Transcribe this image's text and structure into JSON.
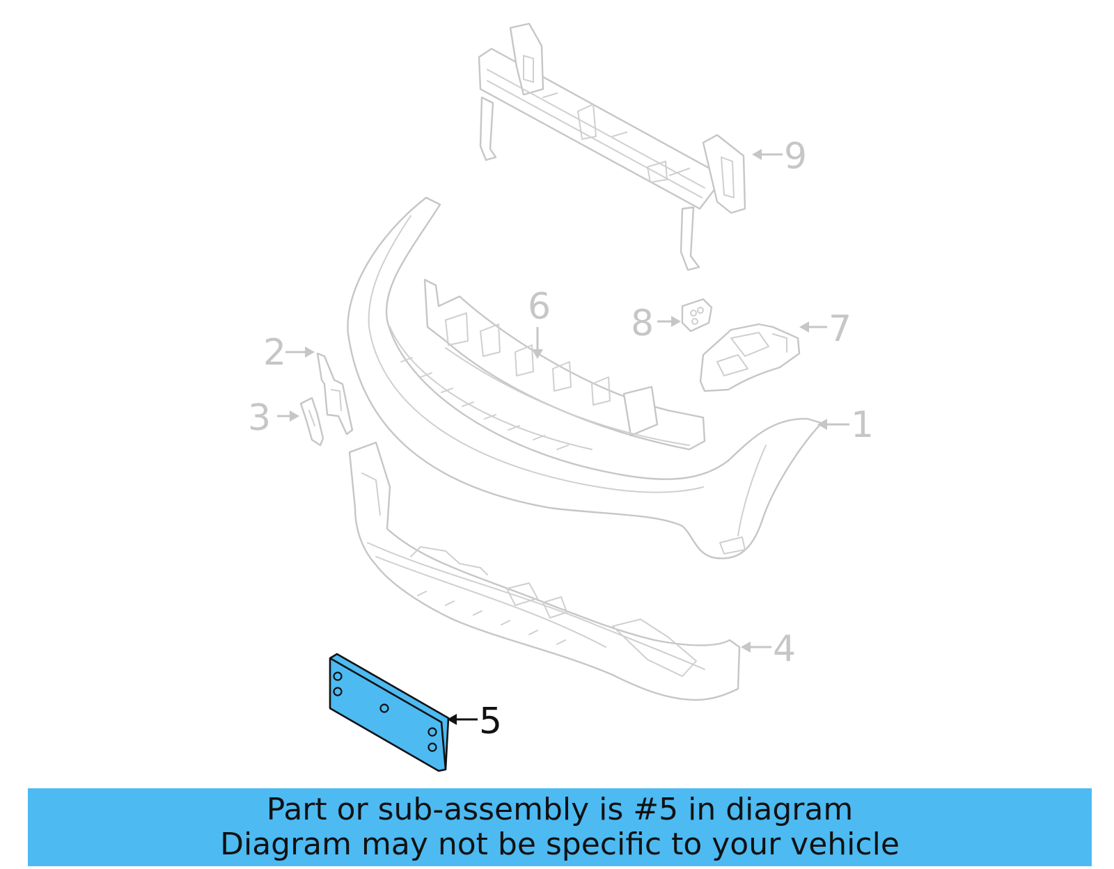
{
  "callouts": [
    {
      "number": "1",
      "highlighted": false
    },
    {
      "number": "2",
      "highlighted": false
    },
    {
      "number": "3",
      "highlighted": false
    },
    {
      "number": "4",
      "highlighted": false
    },
    {
      "number": "5",
      "highlighted": true
    },
    {
      "number": "6",
      "highlighted": false
    },
    {
      "number": "7",
      "highlighted": false
    },
    {
      "number": "8",
      "highlighted": false
    },
    {
      "number": "9",
      "highlighted": false
    }
  ],
  "colors": {
    "highlight_fill": "#4dbaf2",
    "banner_background": "#4dbaf2",
    "inactive_line": "#c6c6c6",
    "active_line": "#111111"
  },
  "banner": {
    "line1": "Part or sub-assembly is #5 in diagram",
    "line2": "Diagram may not be specific to your vehicle"
  }
}
